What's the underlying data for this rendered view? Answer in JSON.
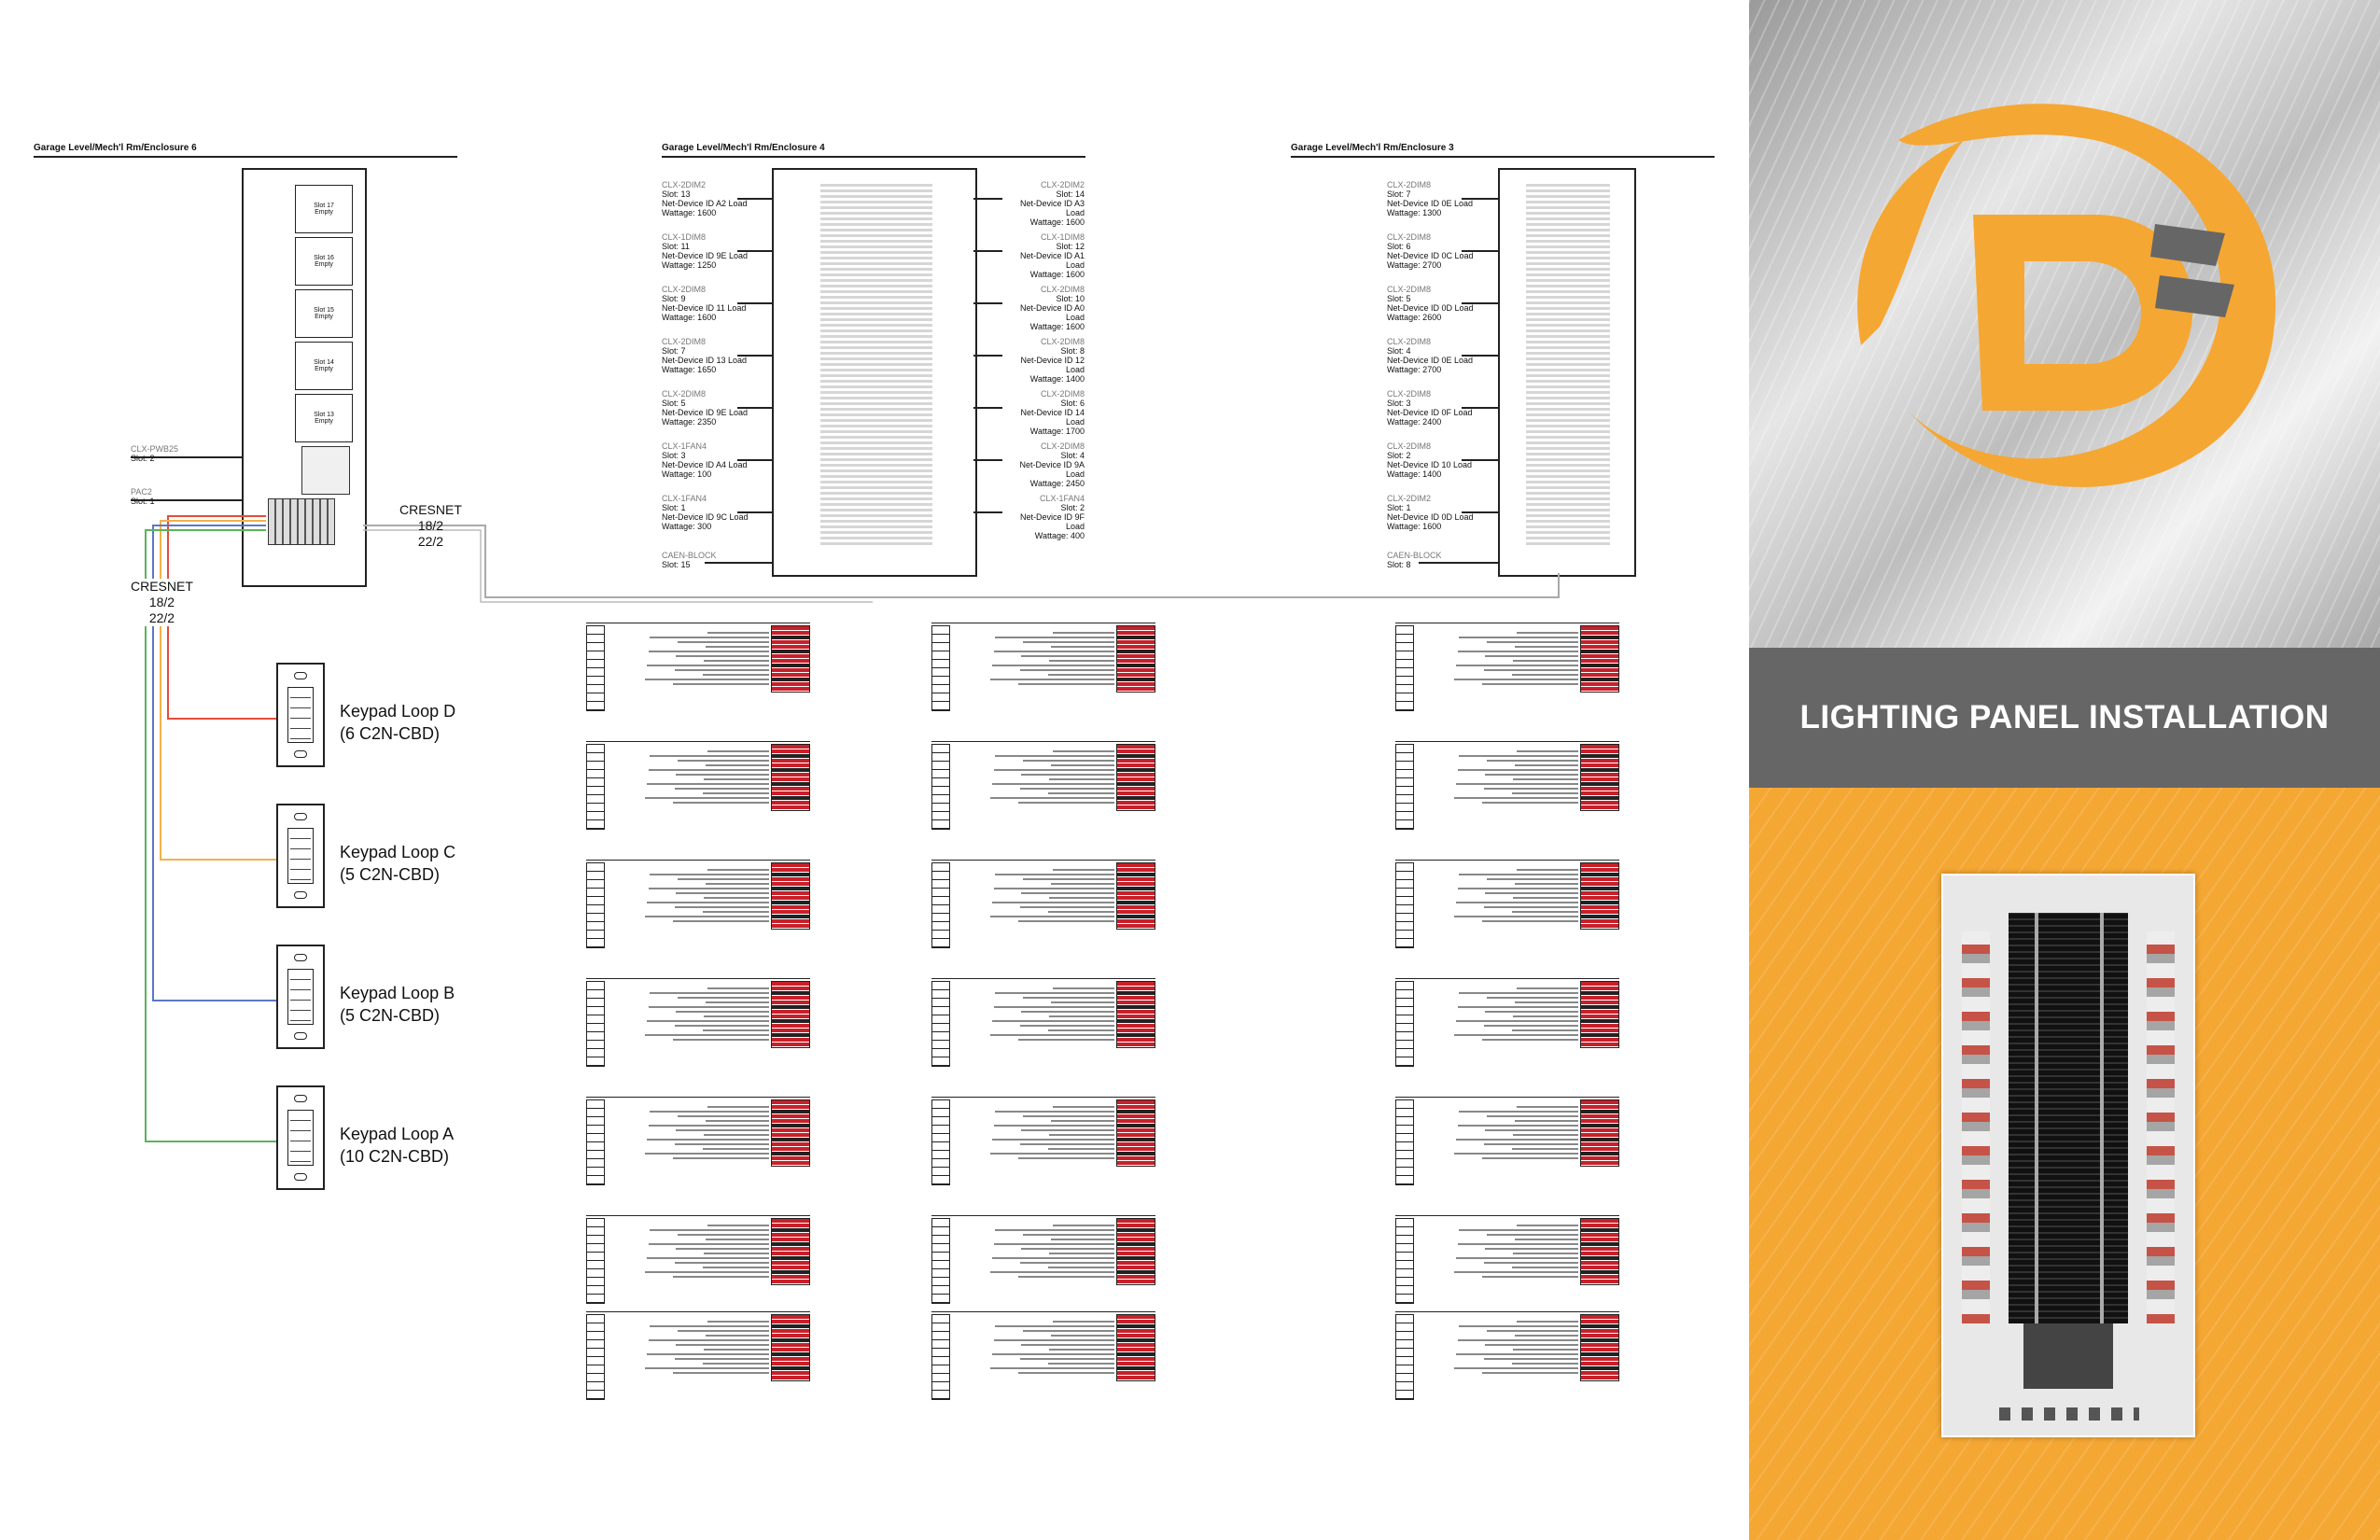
{
  "enclosures": [
    {
      "title": "Garage Level/Mech'l Rm/Enclosure 6"
    },
    {
      "title": "Garage Level/Mech'l Rm/Enclosure 4"
    },
    {
      "title": "Garage Level/Mech'l Rm/Enclosure 3"
    }
  ],
  "enclosure6": {
    "slots": [
      {
        "name": "Slot 17",
        "status": "Empty"
      },
      {
        "name": "Slot 16",
        "status": "Empty"
      },
      {
        "name": "Slot 15",
        "status": "Empty"
      },
      {
        "name": "Slot 14",
        "status": "Empty"
      },
      {
        "name": "Slot 13",
        "status": "Empty"
      }
    ],
    "labels": [
      {
        "type": "CLX-PWB25",
        "slot": "Slot: 2"
      },
      {
        "type": "PAC2",
        "slot": "Slot: 1"
      }
    ]
  },
  "enclosure4": {
    "left": [
      {
        "type": "CLX-2DIM2",
        "slot": "Slot: 13",
        "device": "Net-Device ID A2 Load",
        "watt": "Wattage: 1600"
      },
      {
        "type": "CLX-1DIM8",
        "slot": "Slot: 11",
        "device": "Net-Device ID 9E Load",
        "watt": "Wattage: 1250"
      },
      {
        "type": "CLX-2DIM8",
        "slot": "Slot: 9",
        "device": "Net-Device ID 11 Load",
        "watt": "Wattage: 1600"
      },
      {
        "type": "CLX-2DIM8",
        "slot": "Slot: 7",
        "device": "Net-Device ID 13 Load",
        "watt": "Wattage: 1650"
      },
      {
        "type": "CLX-2DIM8",
        "slot": "Slot: 5",
        "device": "Net-Device ID 9E Load",
        "watt": "Wattage: 2350"
      },
      {
        "type": "CLX-1FAN4",
        "slot": "Slot: 3",
        "device": "Net-Device ID A4 Load",
        "watt": "Wattage: 100"
      },
      {
        "type": "CLX-1FAN4",
        "slot": "Slot: 1",
        "device": "Net-Device ID 9C Load",
        "watt": "Wattage: 300"
      },
      {
        "type": "CAEN-BLOCK",
        "slot": "Slot: 15",
        "device": "",
        "watt": ""
      }
    ],
    "right": [
      {
        "type": "CLX-2DIM2",
        "slot": "Slot: 14",
        "device": "Net-Device ID A3 Load",
        "watt": "Wattage: 1600"
      },
      {
        "type": "CLX-1DIM8",
        "slot": "Slot: 12",
        "device": "Net-Device ID A1 Load",
        "watt": "Wattage: 1600"
      },
      {
        "type": "CLX-2DIM8",
        "slot": "Slot: 10",
        "device": "Net-Device ID A0 Load",
        "watt": "Wattage: 1600"
      },
      {
        "type": "CLX-2DIM8",
        "slot": "Slot: 8",
        "device": "Net-Device ID 12 Load",
        "watt": "Wattage: 1400"
      },
      {
        "type": "CLX-2DIM8",
        "slot": "Slot: 6",
        "device": "Net-Device ID 14 Load",
        "watt": "Wattage: 1700"
      },
      {
        "type": "CLX-2DIM8",
        "slot": "Slot: 4",
        "device": "Net-Device ID 9A Load",
        "watt": "Wattage: 2450"
      },
      {
        "type": "CLX-1FAN4",
        "slot": "Slot: 2",
        "device": "Net-Device ID 9F Load",
        "watt": "Wattage: 400"
      }
    ]
  },
  "enclosure3": {
    "left": [
      {
        "type": "CLX-2DIM8",
        "slot": "Slot: 7",
        "device": "Net-Device ID 0E Load",
        "watt": "Wattage: 1300"
      },
      {
        "type": "CLX-2DIM8",
        "slot": "Slot: 6",
        "device": "Net-Device ID 0C Load",
        "watt": "Wattage: 2700"
      },
      {
        "type": "CLX-2DIM8",
        "slot": "Slot: 5",
        "device": "Net-Device ID 0D Load",
        "watt": "Wattage: 2600"
      },
      {
        "type": "CLX-2DIM8",
        "slot": "Slot: 4",
        "device": "Net-Device ID 0E Load",
        "watt": "Wattage: 2700"
      },
      {
        "type": "CLX-2DIM8",
        "slot": "Slot: 3",
        "device": "Net-Device ID 0F Load",
        "watt": "Wattage: 2400"
      },
      {
        "type": "CLX-2DIM8",
        "slot": "Slot: 2",
        "device": "Net-Device ID 10 Load",
        "watt": "Wattage: 1400"
      },
      {
        "type": "CLX-2DIM2",
        "slot": "Slot: 1",
        "device": "Net-Device ID 0D Load",
        "watt": "Wattage: 1600"
      },
      {
        "type": "CAEN-BLOCK",
        "slot": "Slot: 8",
        "device": "",
        "watt": ""
      }
    ]
  },
  "cresnet": {
    "label1": "CRESNET",
    "a1": "18/2",
    "b1": "22/2",
    "label2": "CRESNET",
    "a2": "18/2",
    "b2": "22/2"
  },
  "keypads": [
    {
      "name": "Keypad Loop D",
      "detail": "(6 C2N-CBD)",
      "color": "#e74c3c"
    },
    {
      "name": "Keypad Loop C",
      "detail": "(5 C2N-CBD)",
      "color": "#f0b24a"
    },
    {
      "name": "Keypad Loop B",
      "detail": "(5 C2N-CBD)",
      "color": "#5a78c8"
    },
    {
      "name": "Keypad Loop A",
      "detail": "(10 C2N-CBD)",
      "color": "#5ab45a"
    }
  ],
  "brand": {
    "banner_title": "LIGHTING PANEL INSTALLATION",
    "orange": "#f5a733",
    "gray": "#666666",
    "logo_letter": "D"
  }
}
